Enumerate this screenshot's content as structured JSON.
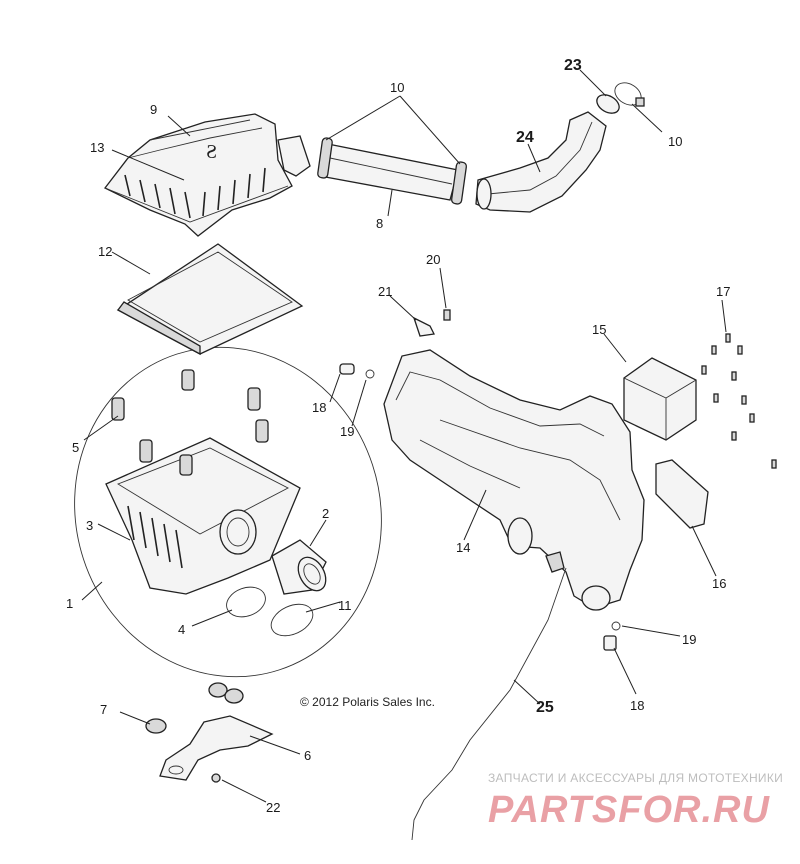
{
  "labels": {
    "l1": "1",
    "l2": "2",
    "l3": "3",
    "l4": "4",
    "l5": "5",
    "l6": "6",
    "l7": "7",
    "l8": "8",
    "l9": "9",
    "l10a": "10",
    "l10b": "10",
    "l11": "11",
    "l12": "12",
    "l13": "13",
    "l14": "14",
    "l15": "15",
    "l16": "16",
    "l17": "17",
    "l18a": "18",
    "l18b": "18",
    "l19a": "19",
    "l19b": "19",
    "l20": "20",
    "l21": "21",
    "l22": "22",
    "l23": "23",
    "l24": "24",
    "l25": "25"
  },
  "copyright": "© 2012 Polaris Sales Inc.",
  "watermark": {
    "tagline": "ЗАПЧАСТИ И АКСЕССУАРЫ ДЛЯ МОТОТЕХНИКИ",
    "logo": "PARTSFOR.RU"
  },
  "colors": {
    "line": "#222222",
    "watermark": "#e9a0a5"
  }
}
